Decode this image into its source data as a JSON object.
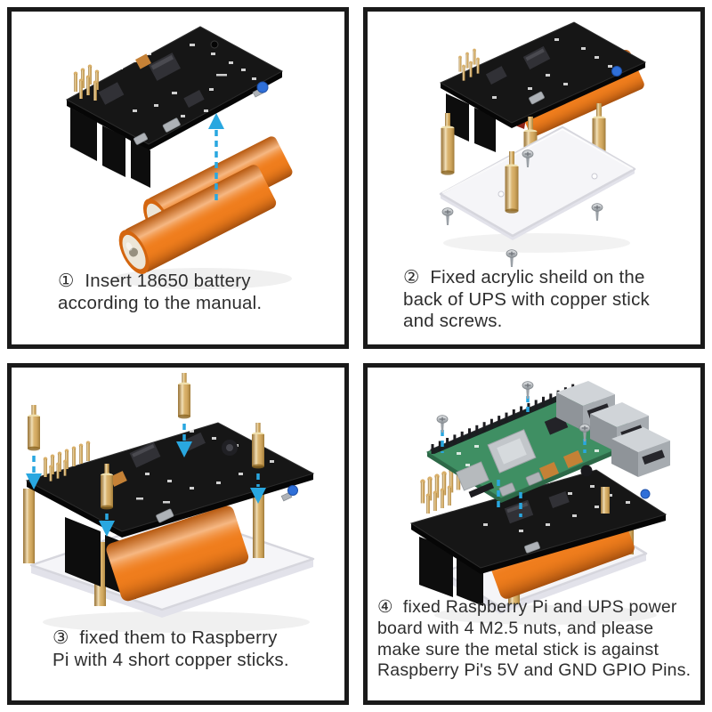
{
  "colors": {
    "panel_border": "#1a1a1a",
    "caption_text": "#2e2e2e",
    "accent_blue": "#29a7e0",
    "battery_orange": "#ef7d1d",
    "brass": "#d9b06a",
    "pcb_black": "#161616",
    "pi_green": "#3f8f63",
    "acrylic": "#f5f5f8"
  },
  "steps": [
    {
      "number": "①",
      "caption": "①  Insert 18650 battery\naccording to the manual.",
      "alt": "UPS power board with a blue dashed arrow showing two orange 18650 batteries being inserted"
    },
    {
      "number": "②",
      "caption": "②  Fixed acrylic sheild on the\nback of UPS with copper stick\nand screws.",
      "alt": "Exploded view of UPS board, four copper standoffs, screws and a clear acrylic shield"
    },
    {
      "number": "③",
      "caption": "③  fixed them to Raspberry\nPi with 4 short copper sticks.",
      "alt": "Assembled UPS on acrylic plate with four short copper standoffs and blue arrows showing placement"
    },
    {
      "number": "④",
      "caption": "④  fixed Raspberry Pi and UPS power\nboard with 4 M2.5 nuts, and please\nmake sure the metal stick is against\nRaspberry Pi's 5V and GND GPIO Pins.",
      "alt": "Raspberry Pi hovering above the assembled UPS power board with screws and dashed guide lines"
    }
  ]
}
